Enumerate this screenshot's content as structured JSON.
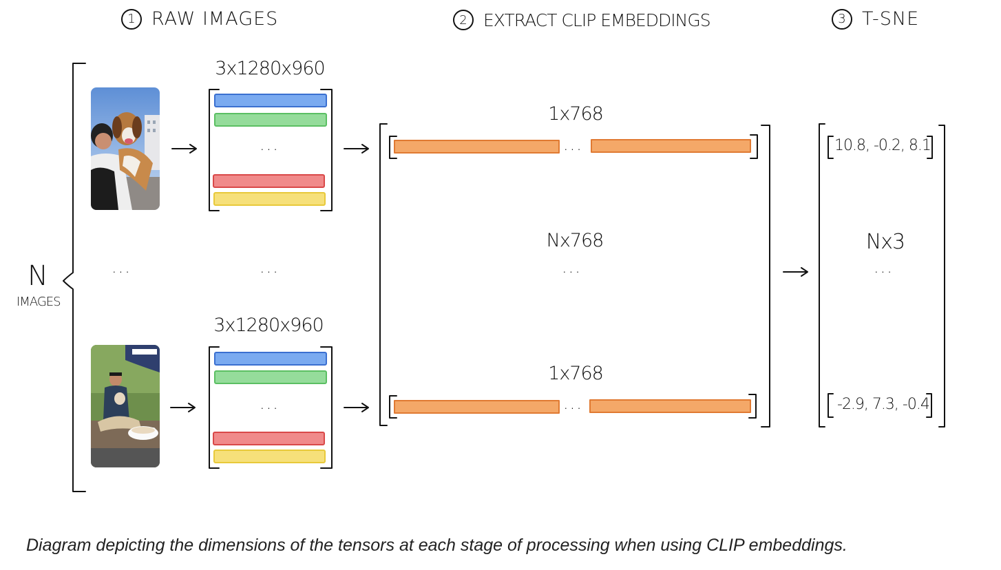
{
  "steps": [
    {
      "number": "1",
      "label": "RAW IMAGES"
    },
    {
      "number": "2",
      "label": "EXTRACT CLIP EMBEDDINGS"
    },
    {
      "number": "3",
      "label": "T-SNE"
    }
  ],
  "n_label": "N",
  "n_sublabel": "IMAGES",
  "image_dims": "3x1280x960",
  "embedding_dims": "1x768",
  "embedding_matrix_dims": "Nx768",
  "tsne_dims": "Nx3",
  "ellipsis": "...",
  "vector_first": "10.8, -0.2, 8.1",
  "vector_last": "-2.9, 7.3, -0.4",
  "channel_colors": {
    "blue": "#7aaaf0",
    "green": "#95dc9b",
    "red": "#f08a8a",
    "yellow": "#f6e07a",
    "orange": "#f4a868"
  },
  "icons": {
    "photo_1": "dog-selfie-photo",
    "photo_2": "cafe-photo"
  },
  "caption": "Diagram depicting the dimensions of the tensors at each stage of processing when using CLIP embeddings."
}
